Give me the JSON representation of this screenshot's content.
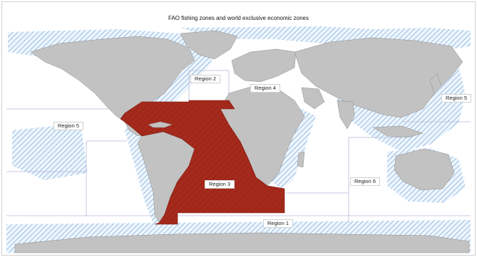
{
  "map": {
    "title": "FAO fishing zones and world exclusive economic zones",
    "colors": {
      "land": "#c2c2c2",
      "land_border": "#8e8e8e",
      "highlight_region": "#a52a1c",
      "eez_hatch": "#7fb0de",
      "zone_lines": "#b9b9d9"
    },
    "highlighted_region": "Region 3",
    "regions": [
      {
        "id": "r1",
        "label": "Region 1"
      },
      {
        "id": "r2",
        "label": "Region 2"
      },
      {
        "id": "r3",
        "label": "Region 3"
      },
      {
        "id": "r4",
        "label": "Region 4"
      },
      {
        "id": "r5w",
        "label": "Region 5"
      },
      {
        "id": "r5e",
        "label": "Region 5"
      },
      {
        "id": "r6",
        "label": "Region 6"
      }
    ]
  }
}
